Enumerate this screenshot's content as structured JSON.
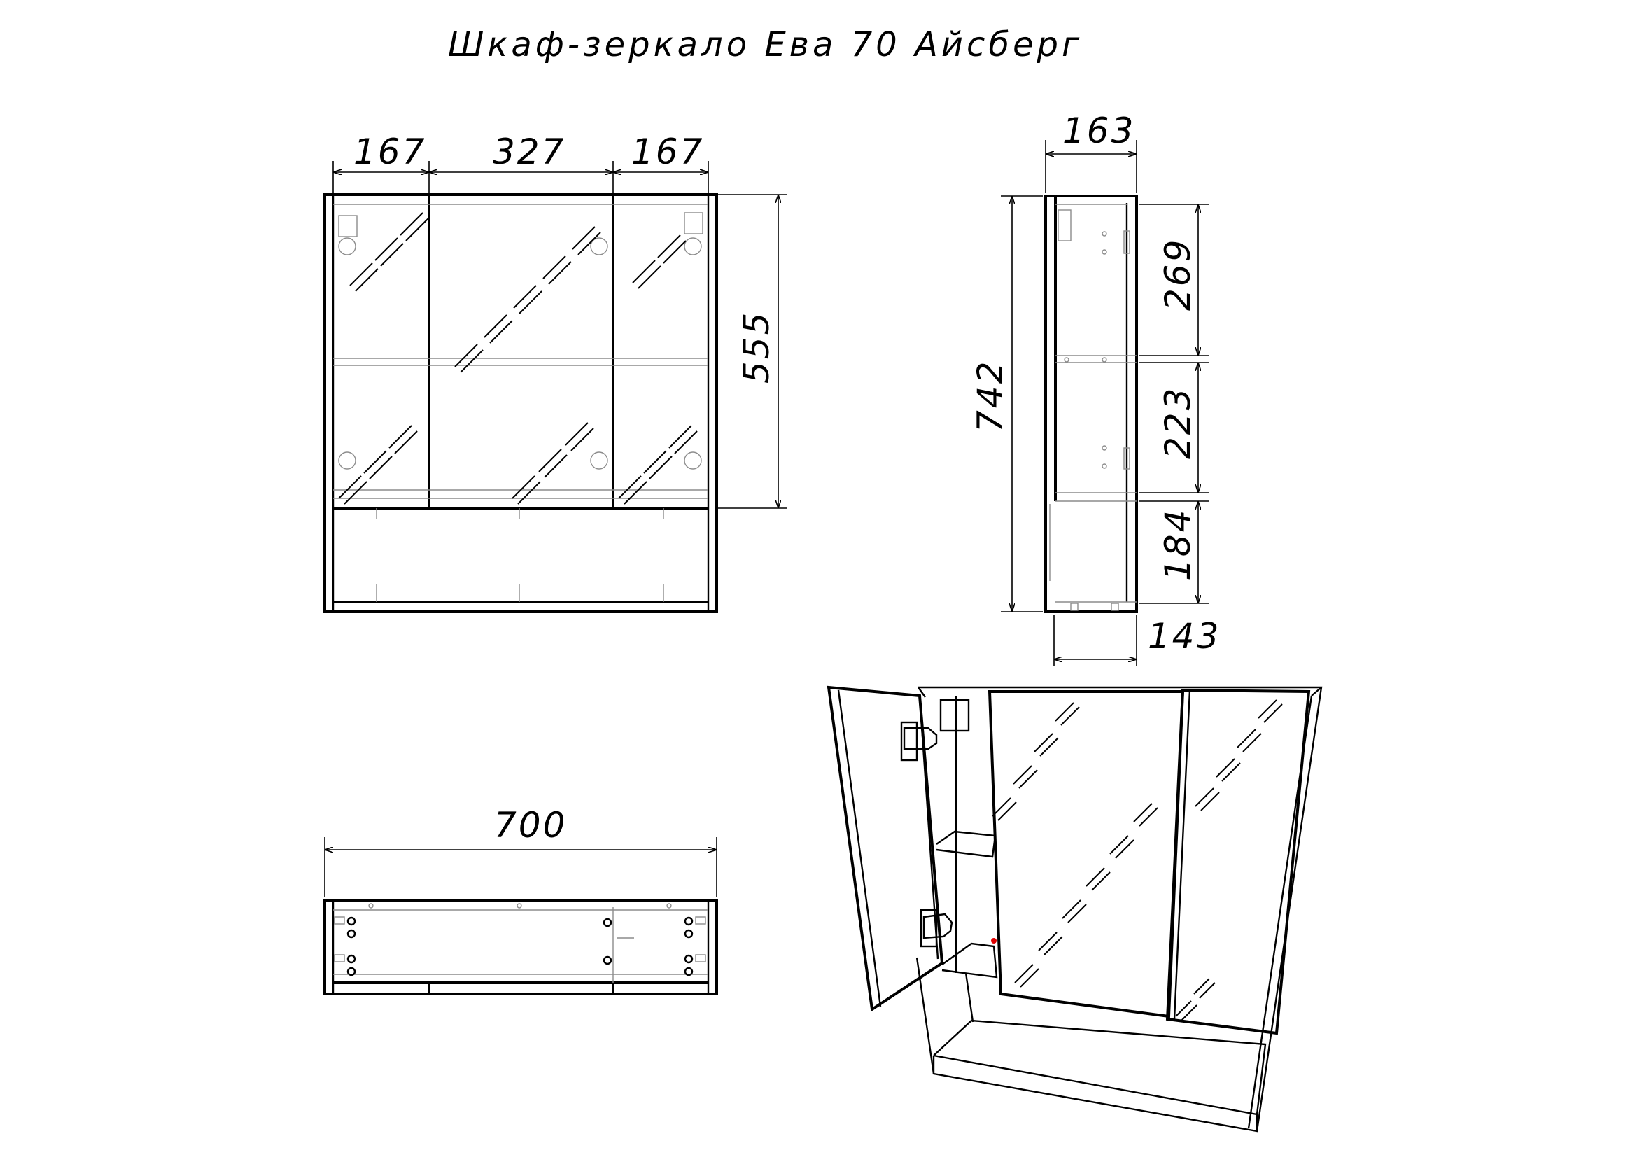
{
  "title": "Шкаф-зеркало Ева 70 Айсберг",
  "front_view": {
    "width_left": "167",
    "width_center": "327",
    "width_right": "167",
    "mirror_height": "555"
  },
  "side_view": {
    "depth_top": "163",
    "total_height": "742",
    "section_top": "269",
    "section_middle": "223",
    "section_bottom": "184",
    "depth_bottom": "143"
  },
  "top_view": {
    "total_width": "700"
  },
  "colors": {
    "line": "#000000",
    "hidden_line": "#8c8c8c",
    "marker": "#e00000"
  }
}
